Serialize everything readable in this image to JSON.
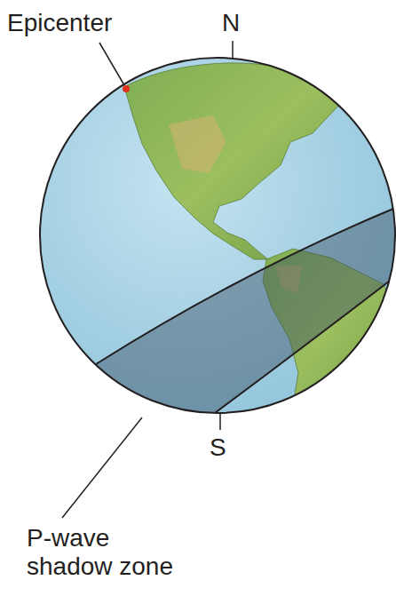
{
  "diagram": {
    "labels": [
      "Epicenter",
      "N",
      "S",
      "P-wave shadow zone"
    ]
  }
}
